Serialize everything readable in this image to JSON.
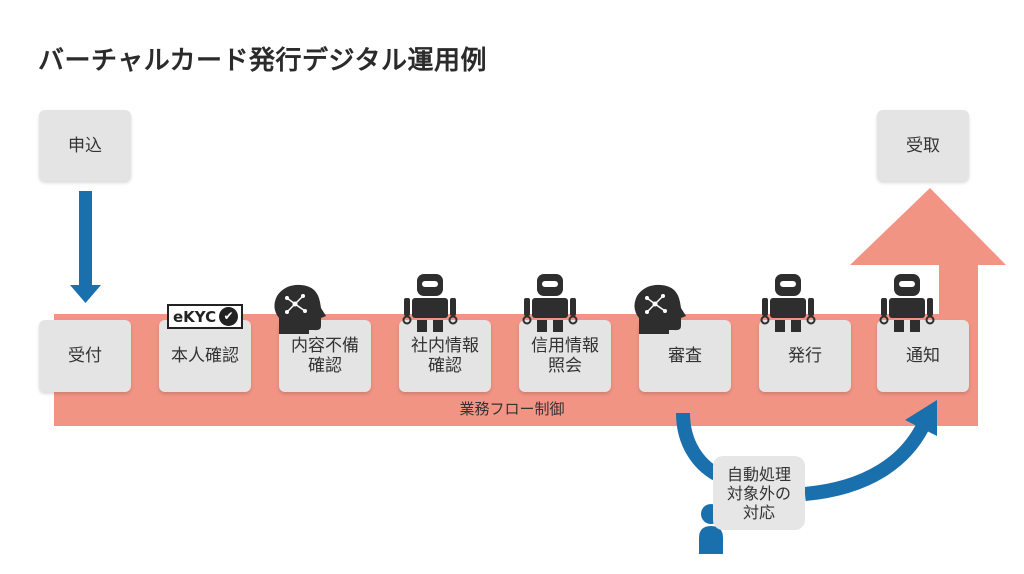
{
  "title": "バーチャルカード発行デジタル運用例",
  "band_label": "業務フロー制御",
  "apply_box": "申込",
  "receive_box": "受取",
  "steps": [
    {
      "label": "受付",
      "icon": "none"
    },
    {
      "label": "本人確認",
      "icon": "ekyc-badge"
    },
    {
      "label": "内容不備\n確認",
      "icon": "ai-head-icon"
    },
    {
      "label": "社内情報\n確認",
      "icon": "robot-icon"
    },
    {
      "label": "信用情報\n照会",
      "icon": "robot-icon"
    },
    {
      "label": "審査",
      "icon": "ai-head-icon"
    },
    {
      "label": "発行",
      "icon": "robot-icon"
    },
    {
      "label": "通知",
      "icon": "robot-icon"
    }
  ],
  "ekyc_label": "eKYC",
  "manual_box": "自動処理\n対象外の\n対応",
  "colors": {
    "band": "#f19484",
    "arrow_blue": "#1a6fad",
    "box": "#e4e4e4",
    "icon": "#2e2e2e"
  }
}
